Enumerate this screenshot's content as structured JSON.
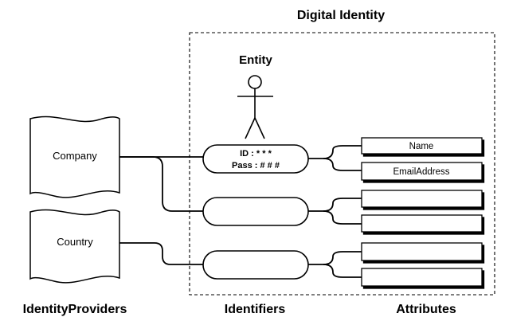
{
  "title": "Digital Identity",
  "entity": {
    "label": "Entity"
  },
  "identifiers": [
    {
      "line1": "ID : * * *",
      "line2": "Pass : # # #"
    },
    {
      "line1": "",
      "line2": ""
    },
    {
      "line1": "",
      "line2": ""
    }
  ],
  "providers": [
    {
      "label": "Company"
    },
    {
      "label": "Country"
    }
  ],
  "attributes": [
    "Name",
    "EmailAddress",
    "",
    "",
    "",
    ""
  ],
  "column_labels": {
    "providers": "IdentityProviders",
    "identifiers": "Identifiers",
    "attributes": "Attributes"
  }
}
